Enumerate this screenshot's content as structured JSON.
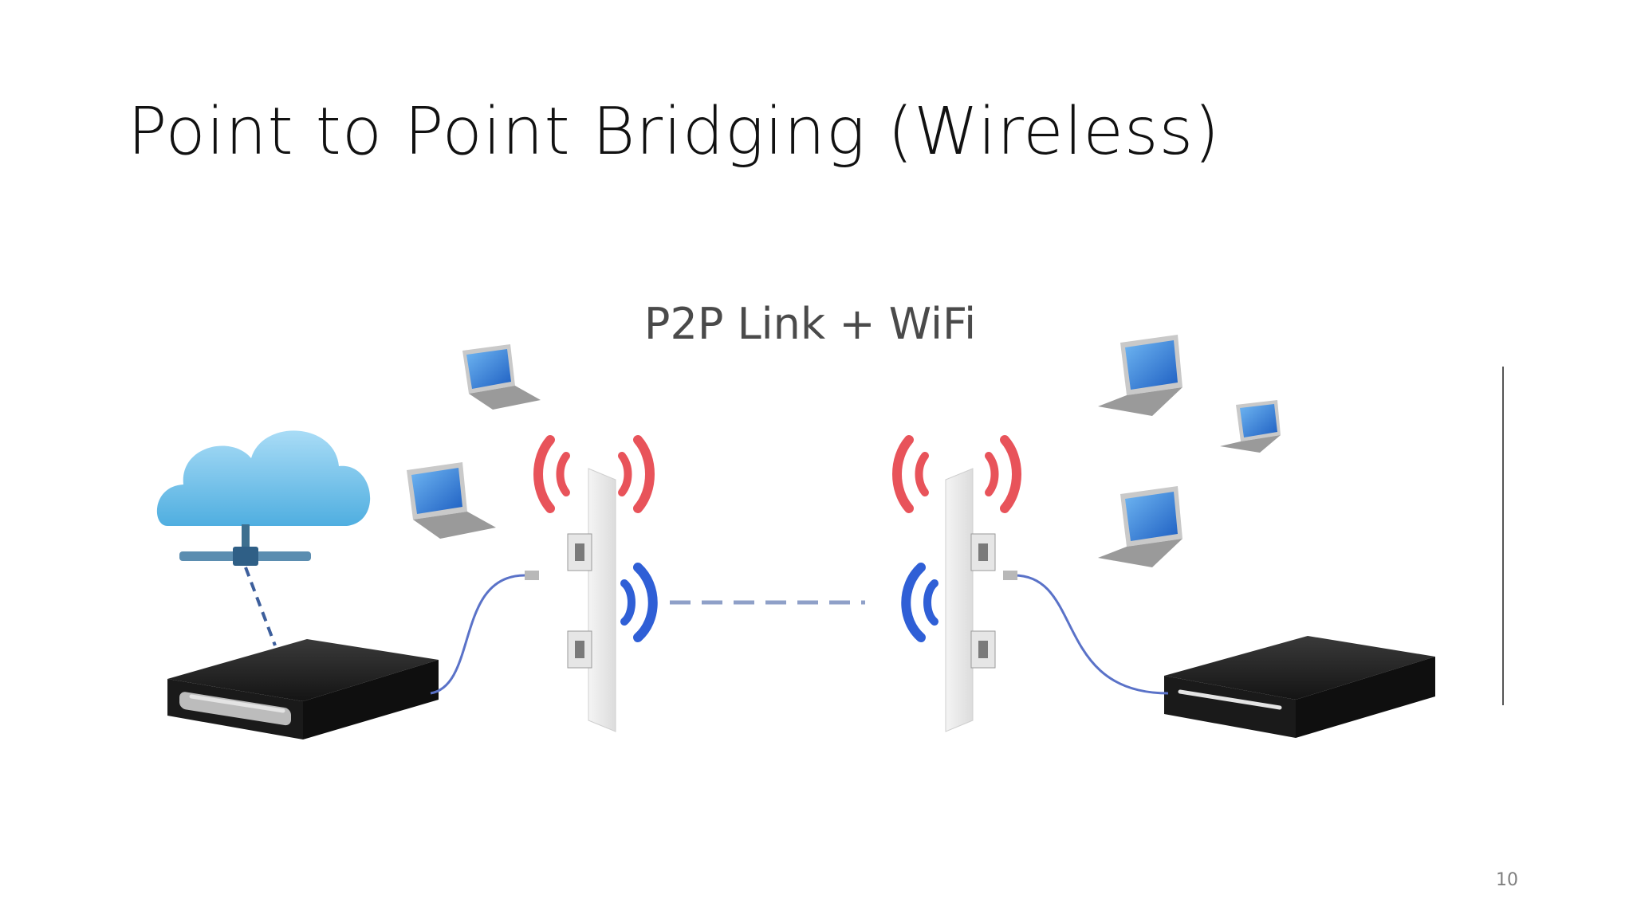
{
  "slide": {
    "title": "Point to Point Bridging (Wireless)",
    "page_number": "10"
  },
  "diagram": {
    "caption": "P2P Link + WiFi",
    "colors": {
      "cloud": "#6ec1ea",
      "wifi_signal": "#e8535a",
      "link_signal": "#2f5fd6",
      "cable": "#5a72c8",
      "router": "#1c1c1c",
      "laptop_screen": "#3b8fe0"
    }
  }
}
